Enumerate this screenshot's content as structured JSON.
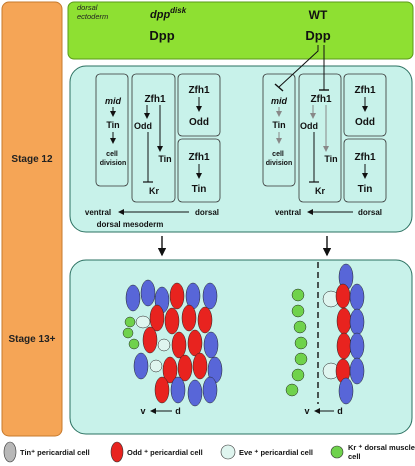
{
  "stages": {
    "stage12": "Stage 12",
    "stage13": "Stage 13+"
  },
  "ectoderm": {
    "label_line1": "dorsal",
    "label_line2": "ectoderm",
    "mutant_name": "dpp",
    "mutant_superscript": "disk",
    "wt_label": "WT",
    "dpp_left": "Dpp",
    "dpp_right": "Dpp"
  },
  "mesoderm": {
    "label": "dorsal mesoderm",
    "left_panel": {
      "mid": "mid",
      "tin": "Tin",
      "cell_division_1": "cell",
      "cell_division_2": "division",
      "zfh1": "Zfh1",
      "odd": "Odd",
      "tin2": "Tin",
      "kr": "Kr",
      "zfh1_b": "Zfh1",
      "odd_b": "Odd",
      "zfh1_c": "Zfh1",
      "tin_c": "Tin",
      "ventral": "ventral",
      "dorsal": "dorsal"
    },
    "right_panel": {
      "mid": "mid",
      "tin": "Tin",
      "cell_division_1": "cell",
      "cell_division_2": "division",
      "zfh1": "Zfh1",
      "odd": "Odd",
      "tin2": "Tin",
      "kr": "Kr",
      "zfh1_b": "Zfh1",
      "odd_b": "Odd",
      "zfh1_c": "Zfh1",
      "tin_c": "Tin",
      "ventral": "ventral",
      "dorsal": "dorsal"
    }
  },
  "stage13_axes": {
    "left_v": "v",
    "left_d": "d",
    "right_v": "v",
    "right_d": "d"
  },
  "legend": {
    "items": [
      {
        "label": "Tin⁺ pericardial cell",
        "color": "#b8b8b8"
      },
      {
        "label": "Odd ⁺ pericardial cell",
        "color": "#e8231f"
      },
      {
        "label": "Eve ⁺ pericardial cell",
        "color": "#dff5ef"
      },
      {
        "label_line1": "Kr ⁺ dorsal muscle",
        "label_line2": "cell",
        "color": "#6fd24c"
      }
    ]
  },
  "colors": {
    "stage_column": "#f5a556",
    "ectoderm": "#8ee032",
    "mesoderm": "#c8f2ea",
    "tin_cell": "#5866d8",
    "odd_cell": "#e8231f",
    "eve_cell": "#dff5ef",
    "kr_cell": "#6fd24c"
  }
}
